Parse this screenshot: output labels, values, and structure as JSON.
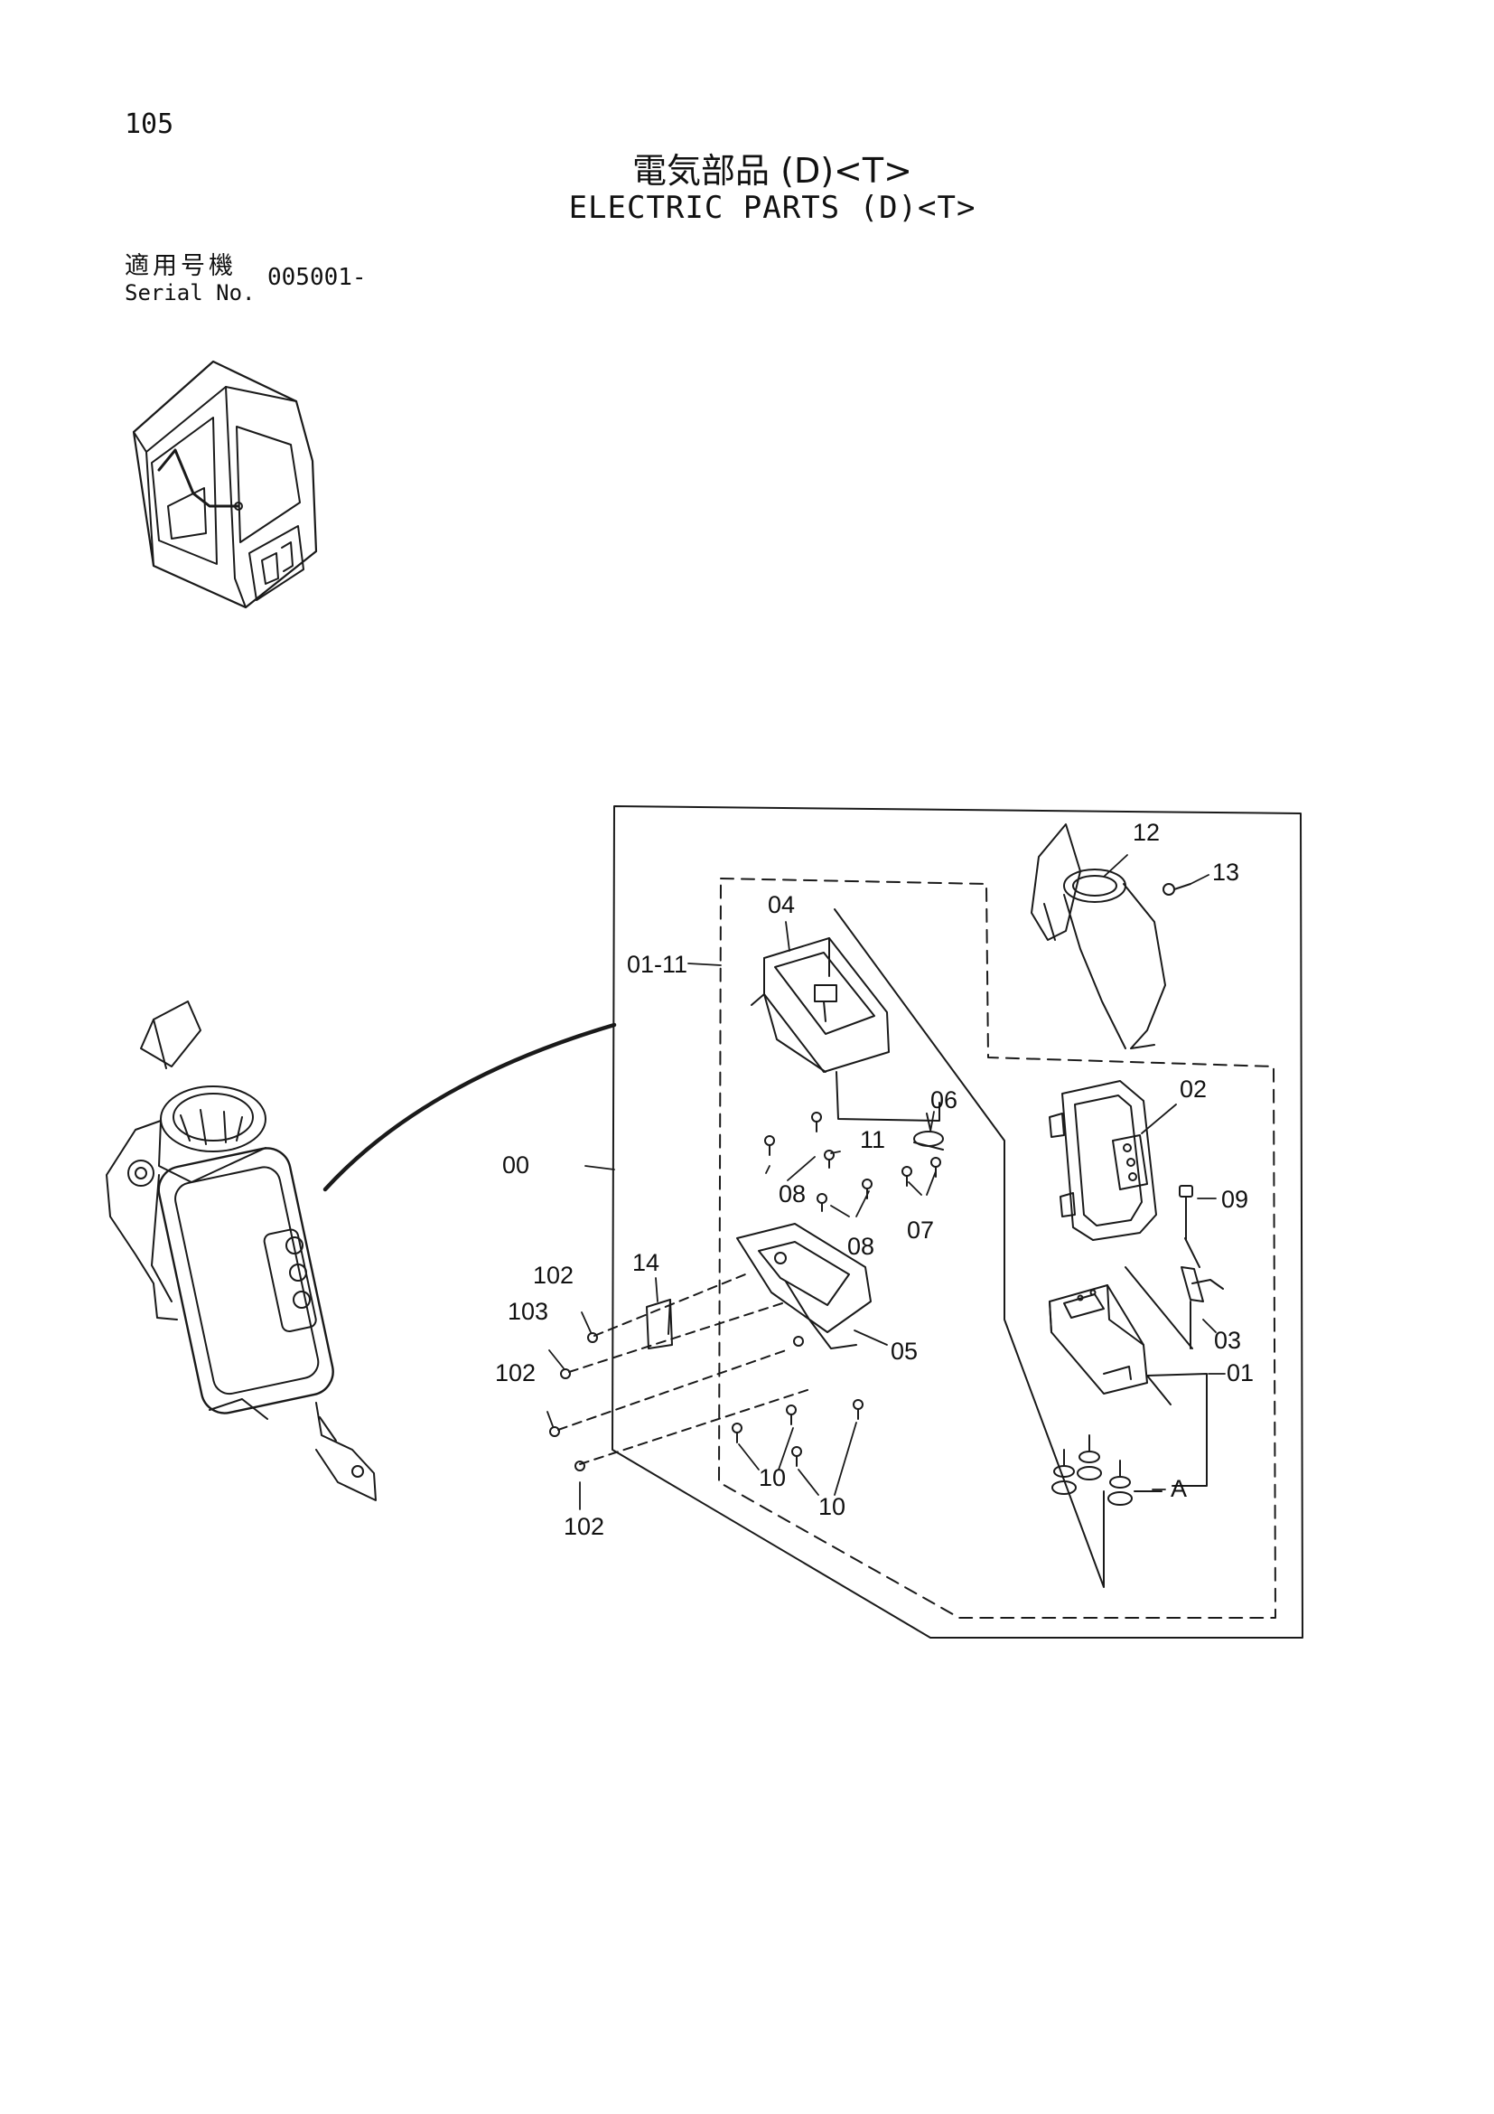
{
  "page": {
    "number": "105",
    "title_jp": "電気部品 (D)<T>",
    "title_en": "ELECTRIC PARTS (D)<T>"
  },
  "serial": {
    "label_jp": "適用号機",
    "label_en": "Serial No.",
    "value": "005001-"
  },
  "callouts": {
    "c12": "12",
    "c13": "13",
    "c04": "04",
    "c0111": "01-11",
    "c06": "06",
    "c02": "02",
    "c11": "11",
    "c08a": "08",
    "c08b": "08",
    "c07": "07",
    "c09": "09",
    "c00": "00",
    "c14": "14",
    "c102a": "102",
    "c103": "103",
    "c05": "05",
    "c03": "03",
    "c102b": "102",
    "c01": "01",
    "c10a": "10",
    "c10b": "10",
    "cA": "A",
    "c102c": "102"
  }
}
